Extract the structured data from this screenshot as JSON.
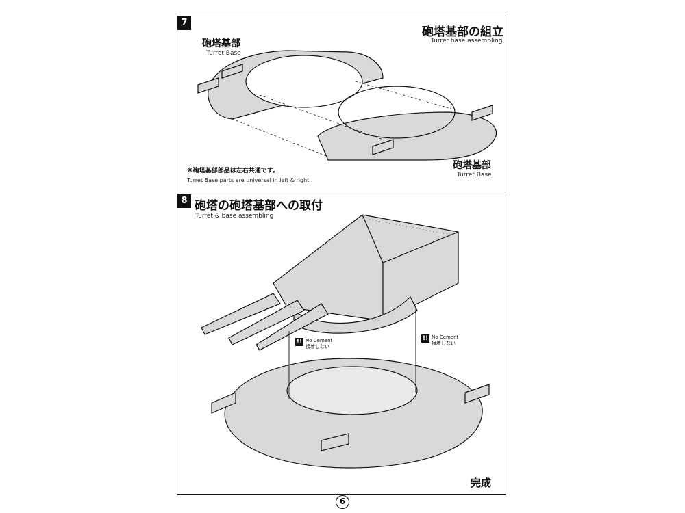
{
  "step7": {
    "number": "7",
    "title_jp": "砲塔基部の組立",
    "title_en": "Turret base assembling",
    "label_top_jp": "砲塔基部",
    "label_top_en": "Turret Base",
    "label_bottom_jp": "砲塔基部",
    "label_bottom_en": "Turret Base",
    "note_jp": "※砲塔基部部品は左右共通です。",
    "note_en": "Turret Base parts are universal in left & right."
  },
  "step8": {
    "number": "8",
    "title_jp": "砲塔の砲塔基部への取付",
    "title_en": "Turret & base assembling",
    "warning_left": {
      "icon": "!!",
      "line1": "No Cement",
      "line2": "接着しない"
    },
    "warning_right": {
      "icon": "!!",
      "line1": "No Cement",
      "line2": "接着しない"
    },
    "complete_label": "完成"
  },
  "page_number": "6"
}
